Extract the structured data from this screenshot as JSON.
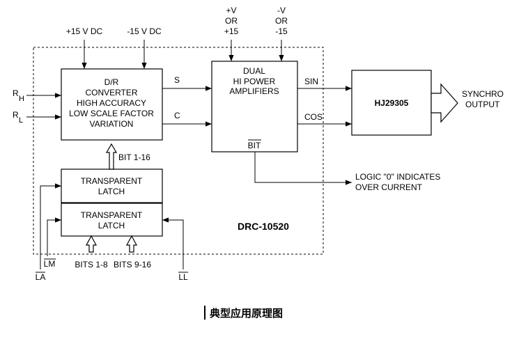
{
  "module_label": "DRC-10520",
  "blocks": {
    "dr_converter": [
      "D/R",
      "CONVERTER",
      "HIGH ACCURACY",
      "LOW SCALE FACTOR",
      "VARIATION"
    ],
    "power_amp": [
      "DUAL",
      "HI POWER",
      "AMPLIFIERS"
    ],
    "latch_upper": [
      "TRANSPARENT",
      "LATCH"
    ],
    "latch_lower": [
      "TRANSPARENT",
      "LATCH"
    ],
    "external": "HJ29305"
  },
  "supplies": {
    "pos_dc": "+15 V DC",
    "neg_dc": "-15 V DC",
    "amp_pos": [
      "+V",
      "OR",
      "+15"
    ],
    "amp_neg": [
      "-V",
      "OR",
      "-15"
    ]
  },
  "signals": {
    "rh_main": "R",
    "rh_sub": "H",
    "rl_main": "R",
    "rl_sub": "L",
    "s": "S",
    "c": "C",
    "sin": "SIN",
    "cos": "COS",
    "bit_bus": "BIT 1-16",
    "bit_out": "BIT",
    "bits_1_8": "BITS 1-8",
    "bits_9_16": "BITS 9-16",
    "lm": "LM",
    "la": "LA",
    "ll": "LL"
  },
  "output": [
    "SYNCHRO",
    "OUTPUT"
  ],
  "logic_note": [
    "LOGIC \"0\" INDICATES",
    "OVER CURRENT"
  ],
  "caption": "典型应用原理图"
}
